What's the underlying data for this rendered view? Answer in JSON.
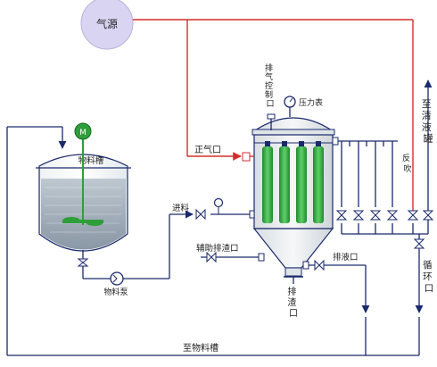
{
  "labels": {
    "gas_source": "气源",
    "material_tank": "物料槽",
    "material_pump": "物料泵",
    "motor": "M",
    "feed_inlet": "进料",
    "vent_control_port": [
      "排",
      "气",
      "控",
      "制",
      "口"
    ],
    "pressure_gauge": "压力表",
    "positive_gas_port": "正气口",
    "backflush": [
      "反",
      "吹"
    ],
    "to_clear_tank": [
      "至",
      "清",
      "液",
      "罐"
    ],
    "aux_slag_port": "辅助排渣口",
    "drain_port": "排液口",
    "slag_port": [
      "排",
      "渣",
      "口"
    ],
    "circulation_port": [
      "循",
      "环",
      "口"
    ],
    "to_material_tank": "至物料槽"
  },
  "colors": {
    "pipe": "#1a2a6c",
    "gas_line": "#d32f2f",
    "filter_element": "#2e9e3a",
    "tank_liquid": "#8fa0b0",
    "gas_source_fill": "#d9d4f2"
  }
}
